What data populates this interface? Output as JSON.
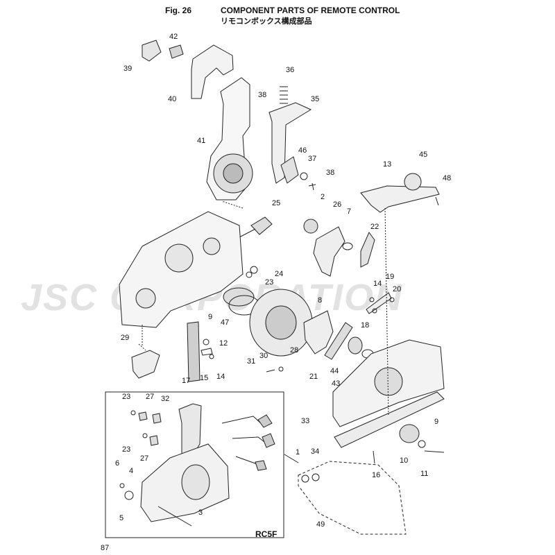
{
  "header": {
    "figure": "Fig. 26",
    "title_en": "COMPONENT PARTS OF REMOTE CONTROL",
    "title_ja": "リモコンボックス構成部品"
  },
  "watermark": "JSC CORPORATION",
  "inset": {
    "model": "RC5F"
  },
  "page_number": "87",
  "callouts": [
    "42",
    "39",
    "40",
    "36",
    "38",
    "35",
    "41",
    "46",
    "37",
    "38",
    "13",
    "45",
    "48",
    "25",
    "2",
    "26",
    "7",
    "22",
    "24",
    "23",
    "19",
    "14",
    "20",
    "9",
    "47",
    "8",
    "18",
    "29",
    "12",
    "28",
    "17",
    "15",
    "14",
    "31",
    "30",
    "21",
    "44",
    "43",
    "23",
    "27",
    "32",
    "33",
    "9",
    "23",
    "27",
    "34",
    "1",
    "16",
    "10",
    "11",
    "6",
    "4",
    "5",
    "3",
    "49"
  ]
}
